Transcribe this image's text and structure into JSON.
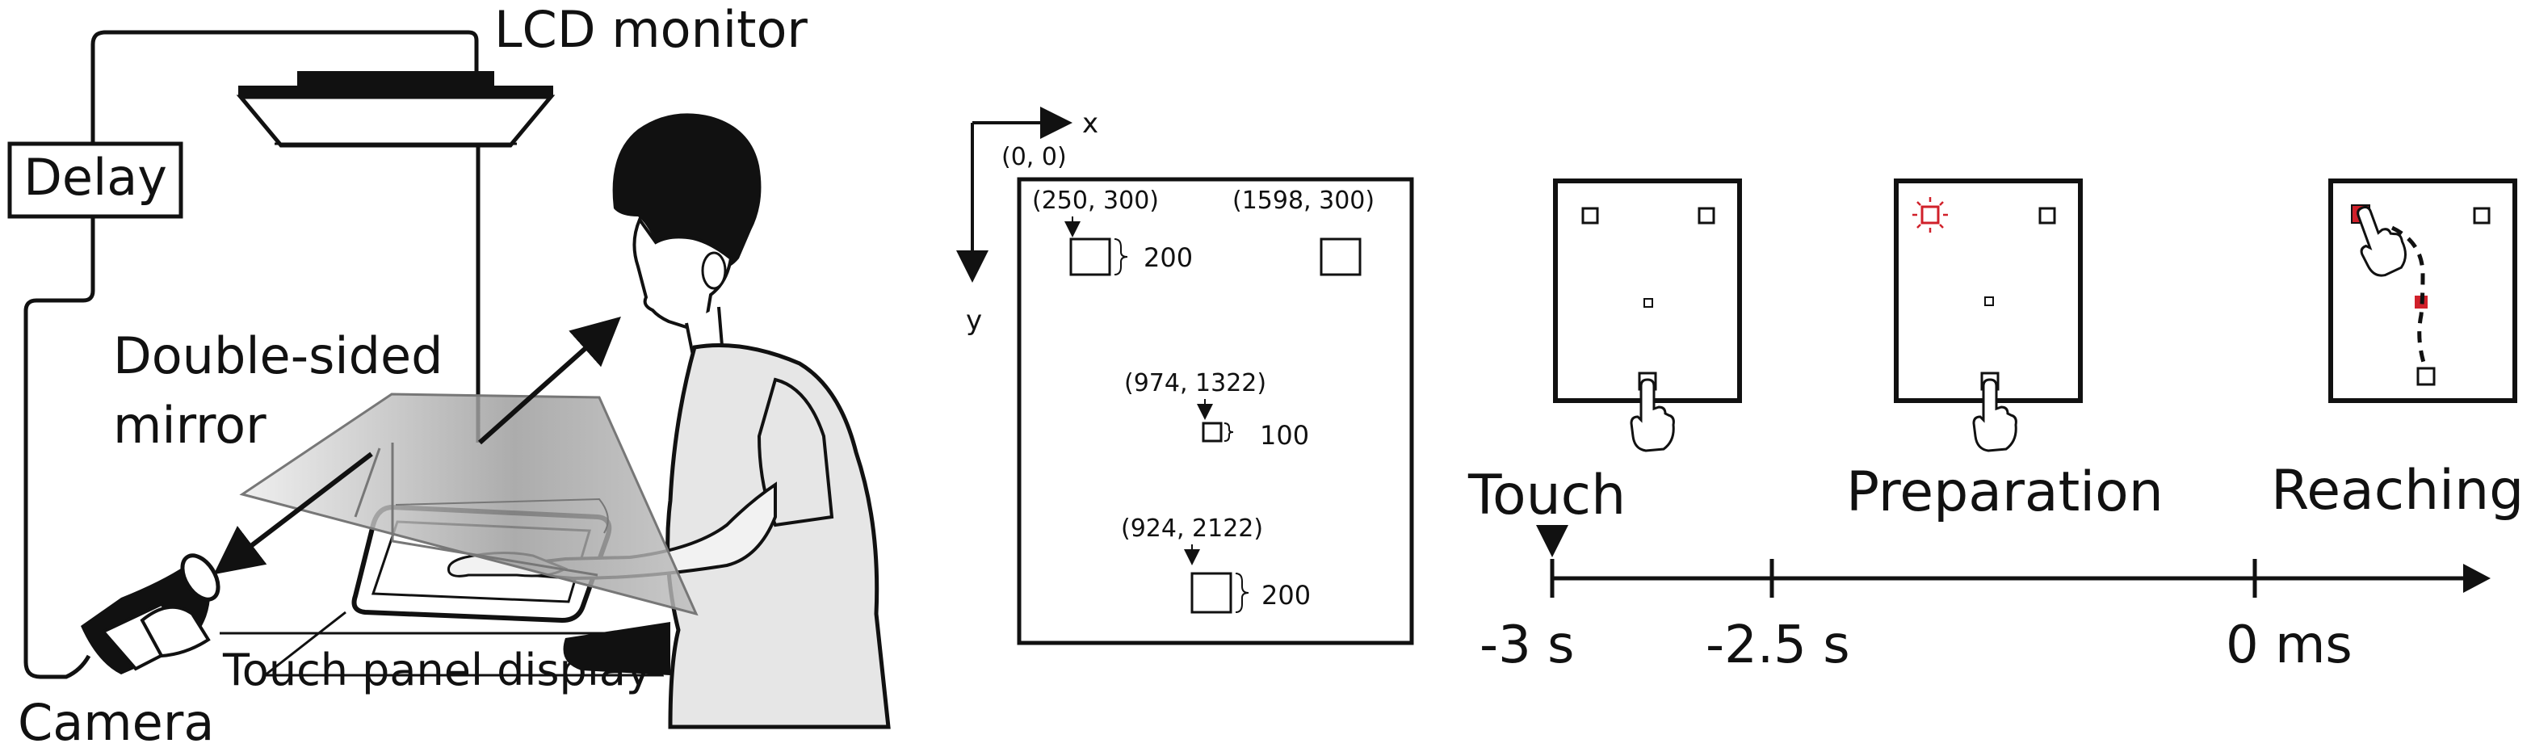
{
  "setup": {
    "lcd_monitor": "LCD monitor",
    "delay": "Delay",
    "mirror_line1": "Double-sided",
    "mirror_line2": "mirror",
    "touch_panel": "Touch panel display",
    "camera": "Camera"
  },
  "coordinates": {
    "x_axis": "x",
    "y_axis": "y",
    "origin": "(0, 0)",
    "top_left": "(250, 300)",
    "top_right": "(1598, 300)",
    "center": "(974, 1322)",
    "bottom": "(924, 2122)",
    "size_top": "200",
    "size_center": "100",
    "size_bottom": "200"
  },
  "timeline": {
    "phase_touch": "Touch",
    "phase_preparation": "Preparation",
    "phase_reaching": "Reaching",
    "time_touch": "-3 s",
    "time_preparation": "-2.5 s",
    "time_reaching": "0 ms"
  },
  "colors": {
    "target_highlight": "#d0202a",
    "ink": "#111111",
    "skin": "#f2f2f2",
    "shirt": "#e6e6e6",
    "mirror": "#b5b5b5"
  }
}
